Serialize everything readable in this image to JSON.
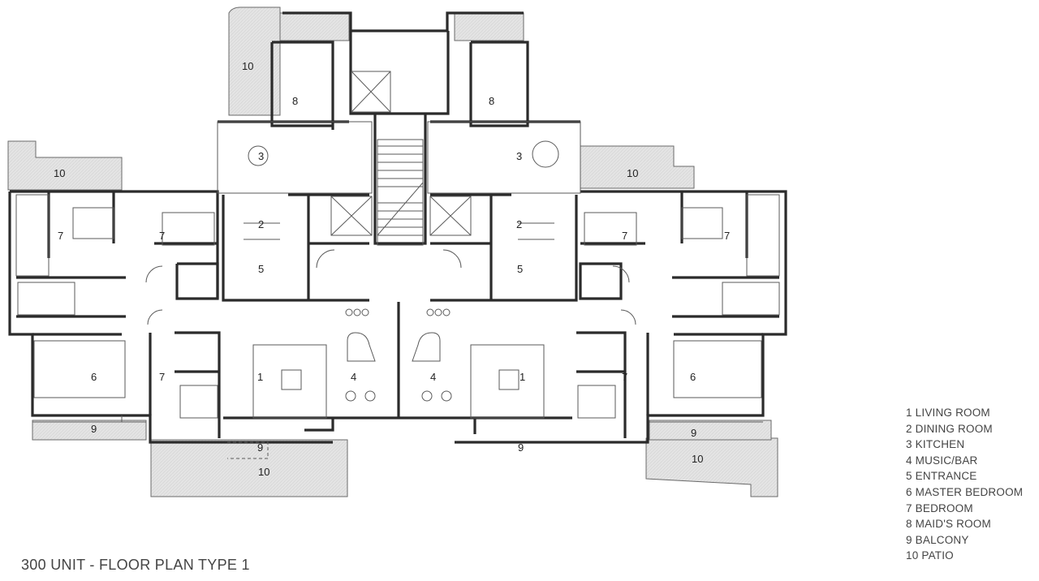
{
  "title": "300 UNIT - FLOOR PLAN TYPE 1",
  "legend": [
    "1 LIVING ROOM",
    "2 DINING ROOM",
    "3 KITCHEN",
    "4 MUSIC/BAR",
    "5 ENTRANCE",
    "6 MASTER BEDROOM",
    "7 BEDROOM",
    "8 MAID'S ROOM",
    "9 BALCONY",
    "10 PATIO"
  ],
  "room_labels": {
    "patio_top_left": "10",
    "maid_left": "8",
    "maid_right": "8",
    "kitchen_left": "3",
    "kitchen_right": "3",
    "patio_left": "10",
    "patio_right": "10",
    "dining_left": "2",
    "dining_right": "2",
    "bedroom_left_a": "7",
    "bedroom_left_b": "7",
    "bedroom_right_a": "7",
    "bedroom_right_b": "7",
    "entrance_left": "5",
    "entrance_right": "5",
    "master_left": "6",
    "master_right": "6",
    "bedroom_left_c": "7",
    "bedroom_right_c": "7",
    "living_left": "1",
    "living_right": "1",
    "music_left": "4",
    "music_right": "4",
    "balcony_left_a": "9",
    "balcony_left_b": "9",
    "balcony_right_a": "9",
    "balcony_right_b": "9",
    "patio_bottom_left": "10",
    "patio_bottom_right": "10"
  },
  "colors": {
    "wall": "#2b2b2b",
    "line": "#5a5a5a",
    "patio_fill": "#e6e6e6",
    "text": "#444444"
  }
}
